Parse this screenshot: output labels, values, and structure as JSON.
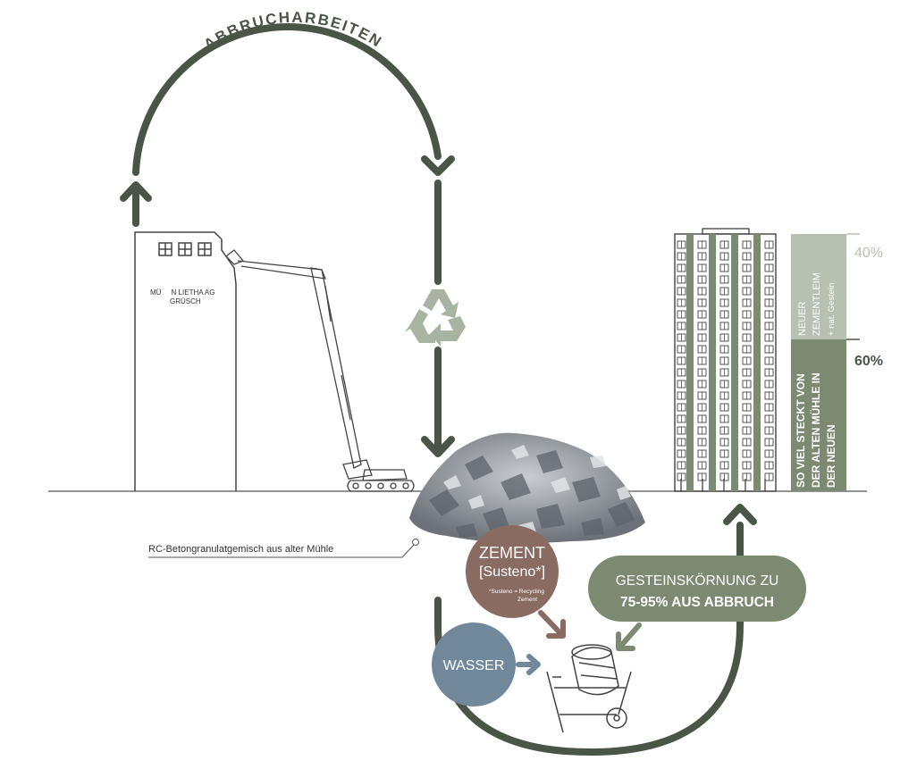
{
  "cycle": {
    "top_arc_label": "ABBRUCHARBEITEN"
  },
  "mill": {
    "sign_line1": "MÜ     N LIETHA AG",
    "sign_line2": "GRÜSCH"
  },
  "rubble": {
    "caption": "RC-Betongranulatgemisch aus alter Mühle"
  },
  "cement": {
    "title": "ZEMENT",
    "subtitle": "[Susteno*]",
    "footnote_line1": "*Susteno = Recycling",
    "footnote_line2": "Zement"
  },
  "water": {
    "label": "WASSER"
  },
  "aggregate": {
    "line1": "GESTEINSKÖRNUNG ZU",
    "line2": "75-95% AUS ABBRUCH"
  },
  "composition": {
    "new_part": {
      "line1": "NEUER",
      "line2": "ZEMENTLEIM",
      "line3": "+ nat. Gestein",
      "percent": "40%",
      "value": 40
    },
    "old_part": {
      "line1": "SO VIEL STECKT VON",
      "line2": "DER ALTEN MÜHLE IN",
      "line3": "DER NEUEN",
      "percent": "60%",
      "value": 60
    }
  },
  "colors": {
    "dark_green": "#4a5547",
    "sage": "#7b8a70",
    "light_sage": "#b7c0b1",
    "brown": "#8a6b62",
    "slate_blue": "#71889a",
    "line_gray": "#555555"
  }
}
